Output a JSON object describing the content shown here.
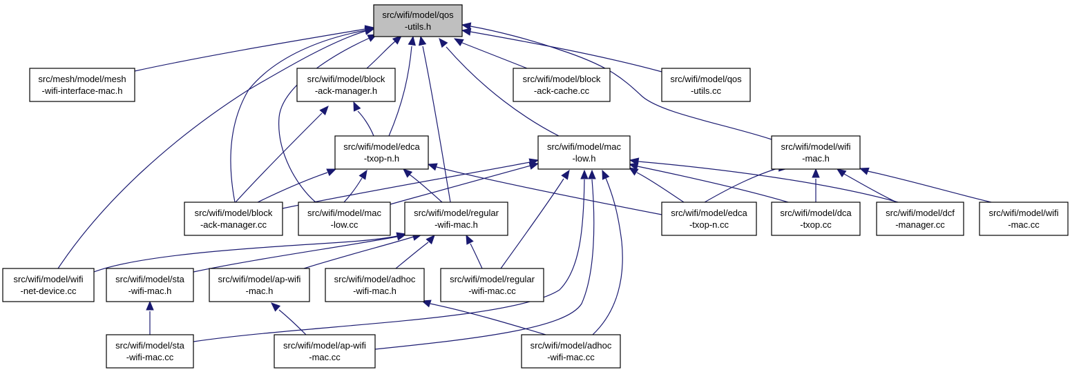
{
  "colors": {
    "edge": "#191970",
    "node_fill": "#ffffff",
    "focus_fill": "#bfbfbf",
    "border": "#000000"
  },
  "nodes": [
    {
      "id": "qos_h",
      "lines": [
        "src/wifi/model/qos",
        "-utils.h"
      ],
      "focus": true
    },
    {
      "id": "mesh_h",
      "lines": [
        "src/mesh/model/mesh",
        "-wifi-interface-mac.h"
      ]
    },
    {
      "id": "bam_h",
      "lines": [
        "src/wifi/model/block",
        "-ack-manager.h"
      ]
    },
    {
      "id": "bac_cc",
      "lines": [
        "src/wifi/model/block",
        "-ack-cache.cc"
      ]
    },
    {
      "id": "qos_cc",
      "lines": [
        "src/wifi/model/qos",
        "-utils.cc"
      ]
    },
    {
      "id": "edca_h",
      "lines": [
        "src/wifi/model/edca",
        "-txop-n.h"
      ]
    },
    {
      "id": "maclow_h",
      "lines": [
        "src/wifi/model/mac",
        "-low.h"
      ]
    },
    {
      "id": "wifimac_h",
      "lines": [
        "src/wifi/model/wifi",
        "-mac.h"
      ]
    },
    {
      "id": "bam_cc",
      "lines": [
        "src/wifi/model/block",
        "-ack-manager.cc"
      ]
    },
    {
      "id": "maclow_cc",
      "lines": [
        "src/wifi/model/mac",
        "-low.cc"
      ]
    },
    {
      "id": "regular_h",
      "lines": [
        "src/wifi/model/regular",
        "-wifi-mac.h"
      ]
    },
    {
      "id": "edca_cc",
      "lines": [
        "src/wifi/model/edca",
        "-txop-n.cc"
      ]
    },
    {
      "id": "dca_cc",
      "lines": [
        "src/wifi/model/dca",
        "-txop.cc"
      ]
    },
    {
      "id": "dcf_cc",
      "lines": [
        "src/wifi/model/dcf",
        "-manager.cc"
      ]
    },
    {
      "id": "wifimac_cc",
      "lines": [
        "src/wifi/model/wifi",
        "-mac.cc"
      ]
    },
    {
      "id": "netdev_cc",
      "lines": [
        "src/wifi/model/wifi",
        "-net-device.cc"
      ]
    },
    {
      "id": "sta_h",
      "lines": [
        "src/wifi/model/sta",
        "-wifi-mac.h"
      ]
    },
    {
      "id": "ap_h",
      "lines": [
        "src/wifi/model/ap-wifi",
        "-mac.h"
      ]
    },
    {
      "id": "adhoc_h",
      "lines": [
        "src/wifi/model/adhoc",
        "-wifi-mac.h"
      ]
    },
    {
      "id": "regular_cc",
      "lines": [
        "src/wifi/model/regular",
        "-wifi-mac.cc"
      ]
    },
    {
      "id": "sta_cc",
      "lines": [
        "src/wifi/model/sta",
        "-wifi-mac.cc"
      ]
    },
    {
      "id": "ap_cc",
      "lines": [
        "src/wifi/model/ap-wifi",
        "-mac.cc"
      ]
    },
    {
      "id": "adhoc_cc",
      "lines": [
        "src/wifi/model/adhoc",
        "-wifi-mac.cc"
      ]
    }
  ],
  "edges": [
    {
      "from": "mesh_h",
      "to": "qos_h"
    },
    {
      "from": "bam_h",
      "to": "qos_h"
    },
    {
      "from": "bac_cc",
      "to": "qos_h"
    },
    {
      "from": "qos_cc",
      "to": "qos_h"
    },
    {
      "from": "edca_h",
      "to": "qos_h"
    },
    {
      "from": "maclow_h",
      "to": "qos_h"
    },
    {
      "from": "wifimac_h",
      "to": "qos_h"
    },
    {
      "from": "bam_cc",
      "to": "qos_h"
    },
    {
      "from": "maclow_cc",
      "to": "qos_h"
    },
    {
      "from": "regular_h",
      "to": "qos_h"
    },
    {
      "from": "netdev_cc",
      "to": "qos_h"
    },
    {
      "from": "edca_h",
      "to": "bam_h"
    },
    {
      "from": "bam_cc",
      "to": "bam_h"
    },
    {
      "from": "bam_cc",
      "to": "edca_h"
    },
    {
      "from": "maclow_cc",
      "to": "edca_h"
    },
    {
      "from": "regular_h",
      "to": "edca_h"
    },
    {
      "from": "edca_cc",
      "to": "edca_h"
    },
    {
      "from": "bam_cc",
      "to": "maclow_h"
    },
    {
      "from": "maclow_cc",
      "to": "maclow_h"
    },
    {
      "from": "edca_cc",
      "to": "maclow_h"
    },
    {
      "from": "dca_cc",
      "to": "maclow_h"
    },
    {
      "from": "dcf_cc",
      "to": "maclow_h"
    },
    {
      "from": "regular_cc",
      "to": "maclow_h"
    },
    {
      "from": "sta_cc",
      "to": "maclow_h"
    },
    {
      "from": "ap_cc",
      "to": "maclow_h"
    },
    {
      "from": "adhoc_cc",
      "to": "maclow_h"
    },
    {
      "from": "edca_cc",
      "to": "wifimac_h"
    },
    {
      "from": "dca_cc",
      "to": "wifimac_h"
    },
    {
      "from": "dcf_cc",
      "to": "wifimac_h"
    },
    {
      "from": "wifimac_cc",
      "to": "wifimac_h"
    },
    {
      "from": "netdev_cc",
      "to": "regular_h"
    },
    {
      "from": "sta_h",
      "to": "regular_h"
    },
    {
      "from": "ap_h",
      "to": "regular_h"
    },
    {
      "from": "adhoc_h",
      "to": "regular_h"
    },
    {
      "from": "regular_cc",
      "to": "regular_h"
    },
    {
      "from": "sta_cc",
      "to": "sta_h"
    },
    {
      "from": "ap_cc",
      "to": "ap_h"
    },
    {
      "from": "adhoc_cc",
      "to": "adhoc_h"
    }
  ]
}
